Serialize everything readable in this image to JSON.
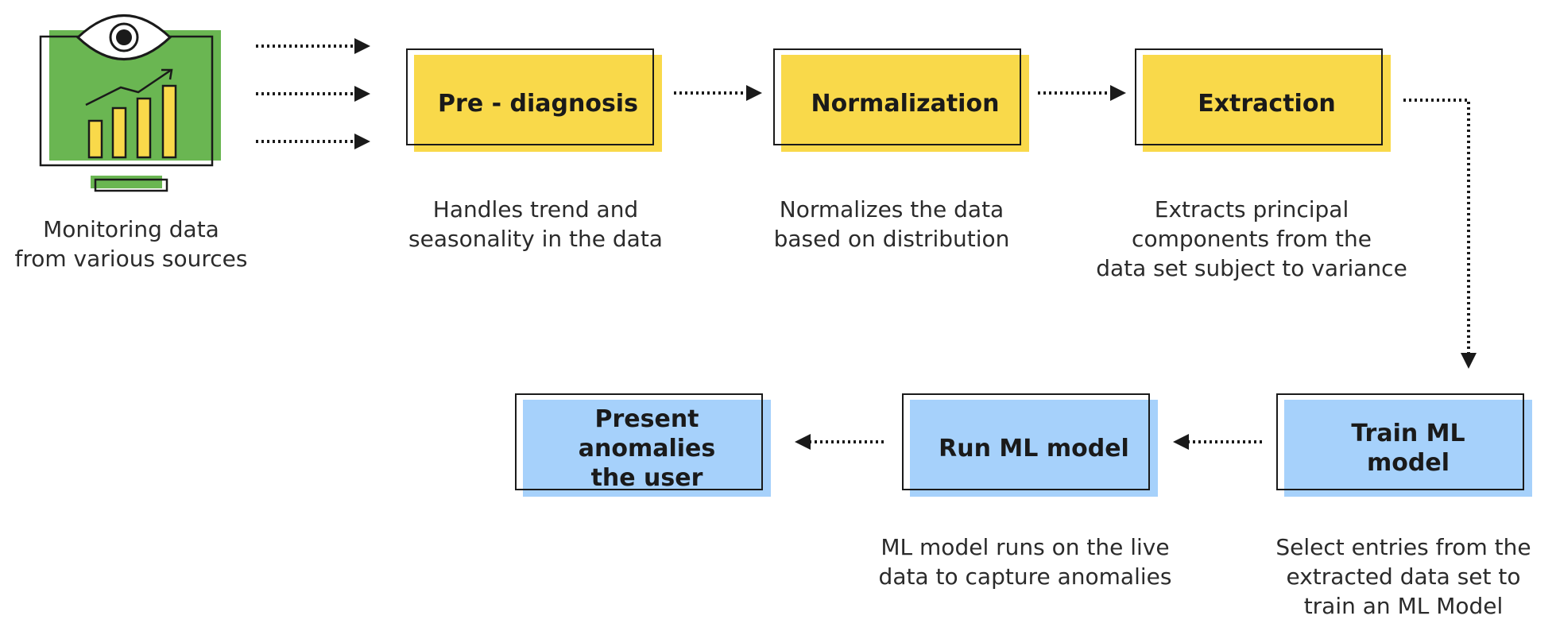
{
  "source": {
    "icon": "monitor-eye-chart-icon",
    "caption": "Monitoring data\nfrom various sources"
  },
  "steps": [
    {
      "id": "pre-diagnosis",
      "label": "Pre - diagnosis",
      "description": "Handles trend and\nseasonality in the data",
      "color": "#f9d94a"
    },
    {
      "id": "normalization",
      "label": "Normalization",
      "description": "Normalizes the data\nbased on distribution",
      "color": "#f9d94a"
    },
    {
      "id": "extraction",
      "label": "Extraction",
      "description": "Extracts principal\ncomponents from the\ndata set subject to variance",
      "color": "#f9d94a"
    },
    {
      "id": "train-ml-model",
      "label": "Train ML\nmodel",
      "description": "Select entries from the\nextracted data set to\ntrain an ML Model",
      "color": "#a6d1fb"
    },
    {
      "id": "run-ml-model",
      "label": "Run ML model",
      "description": "ML model runs on the live\ndata to capture anomalies",
      "color": "#a6d1fb"
    },
    {
      "id": "present-anomalies",
      "label": "Present anomalies\nthe user",
      "description": "",
      "color": "#a6d1fb"
    }
  ],
  "colors": {
    "green": "#6ab652",
    "yellow": "#f9d94a",
    "blue": "#a6d1fb",
    "line": "#1a1a1a"
  }
}
